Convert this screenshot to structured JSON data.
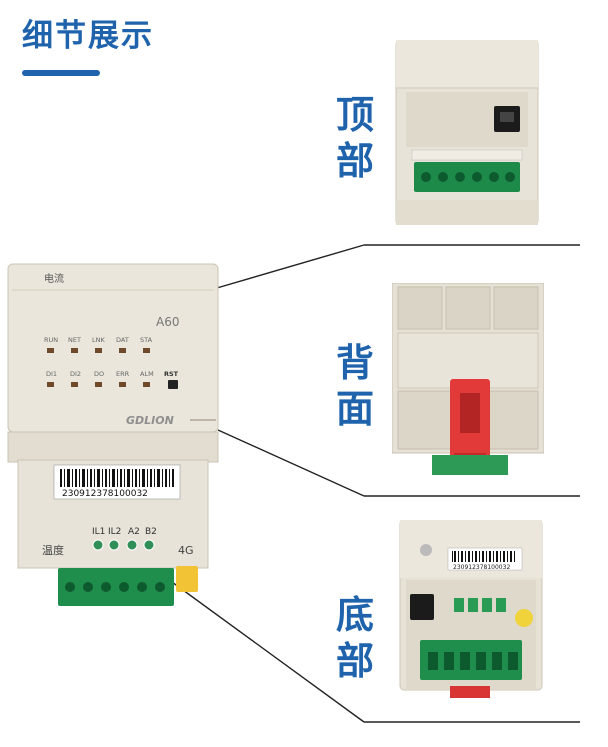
{
  "page": {
    "title": "细节展示",
    "accent_color": "#1f63ad"
  },
  "sections": {
    "top": {
      "label_1": "顶",
      "label_2": "部"
    },
    "back": {
      "label_1": "背",
      "label_2": "面"
    },
    "bottom": {
      "label_1": "底",
      "label_2": "部"
    }
  },
  "device": {
    "top_label": "电流",
    "model": "A60",
    "brand": "GDLION",
    "barcode_number": "230912378100032",
    "leds_row1": [
      "RUN",
      "NET",
      "LNK",
      "DAT",
      "STA"
    ],
    "leds_row2": [
      "DI1",
      "DI2",
      "DO",
      "ERR",
      "ALM",
      "RST"
    ],
    "terminal_labels": [
      "IL1",
      "IL2",
      "A2",
      "B2"
    ],
    "bottom_left_label": "温度",
    "bottom_right_label": "4G"
  },
  "bottom_view": {
    "barcode_number": "230912378100032"
  }
}
